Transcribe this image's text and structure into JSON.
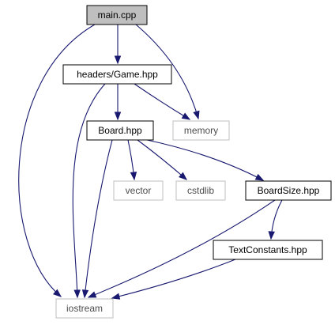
{
  "colors": {
    "edge": "#191970",
    "node_fill": "#ffffff",
    "root_fill": "#bfbfbf",
    "border_defined": "#000000",
    "border_external": "#bfbfbf",
    "text_defined": "#000000",
    "text_external": "#4d4d4d"
  },
  "nodes": [
    {
      "id": "main",
      "label": "main.cpp",
      "kind": "root"
    },
    {
      "id": "game",
      "label": "headers/Game.hpp",
      "kind": "defined"
    },
    {
      "id": "memory",
      "label": "memory",
      "kind": "external"
    },
    {
      "id": "board",
      "label": "Board.hpp",
      "kind": "defined"
    },
    {
      "id": "vector",
      "label": "vector",
      "kind": "external"
    },
    {
      "id": "cstdlib",
      "label": "cstdlib",
      "kind": "external"
    },
    {
      "id": "boardsize",
      "label": "BoardSize.hpp",
      "kind": "defined"
    },
    {
      "id": "textconst",
      "label": "TextConstants.hpp",
      "kind": "defined"
    },
    {
      "id": "iostream",
      "label": "iostream",
      "kind": "external"
    }
  ],
  "edges": [
    {
      "from": "main",
      "to": "game"
    },
    {
      "from": "main",
      "to": "memory"
    },
    {
      "from": "main",
      "to": "iostream"
    },
    {
      "from": "game",
      "to": "board"
    },
    {
      "from": "game",
      "to": "memory"
    },
    {
      "from": "game",
      "to": "iostream"
    },
    {
      "from": "board",
      "to": "vector"
    },
    {
      "from": "board",
      "to": "cstdlib"
    },
    {
      "from": "board",
      "to": "boardsize"
    },
    {
      "from": "board",
      "to": "iostream"
    },
    {
      "from": "boardsize",
      "to": "textconst"
    },
    {
      "from": "boardsize",
      "to": "iostream"
    },
    {
      "from": "textconst",
      "to": "iostream"
    }
  ]
}
